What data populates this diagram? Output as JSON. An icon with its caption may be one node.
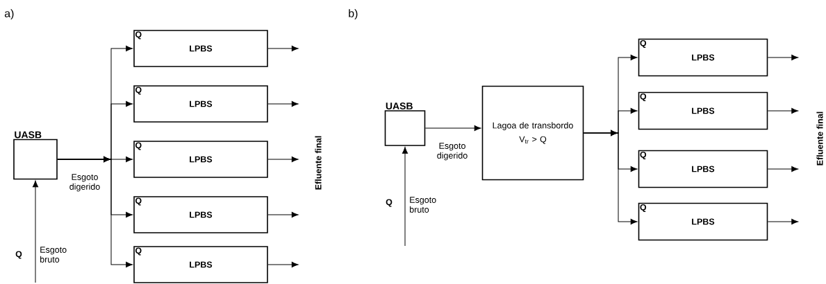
{
  "diagram": {
    "nodes": [
      {
        "text": [
          "UASB"
        ]
      },
      {
        "text": [
          "Q",
          "LPBS"
        ]
      },
      {
        "text": [
          "Q",
          "LPBS"
        ]
      },
      {
        "text": [
          "Q",
          "LPBS"
        ]
      },
      {
        "text": [
          "Q",
          "LPBS"
        ]
      },
      {
        "text": [
          "Q",
          "LPBS"
        ]
      },
      {
        "text": [
          "UASB"
        ]
      },
      {
        "text": [
          "Lagoa de transbordo",
          "V$_{tr}$ > Q"
        ]
      },
      {
        "text": [
          "Q",
          "LPBS"
        ]
      },
      {
        "text": [
          "Q",
          "LPBS"
        ]
      },
      {
        "text": [
          "Q",
          "LPBS"
        ]
      },
      {
        "text": [
          "Q",
          "LPBS"
        ]
      }
    ],
    "edges": [
      {
        "from": null,
        "to": 0,
        "arrow": "to",
        "label": "Esgoto bruto"
      },
      {
        "from": 0,
        "to": 1,
        "arrow": "to"
      },
      {
        "from": 0,
        "to": 2,
        "arrow": "to"
      },
      {
        "from": 0,
        "to": 3,
        "arrow": "to",
        "label": "Esgoto digerido"
      },
      {
        "from": 0,
        "to": 4,
        "arrow": "to"
      },
      {
        "from": 0,
        "to": 5,
        "arrow": "to"
      },
      {
        "from": 1,
        "to": null,
        "arrow": "to"
      },
      {
        "from": 2,
        "to": null,
        "arrow": "to"
      },
      {
        "from": 3,
        "to": null,
        "arrow": "to"
      },
      {
        "from": 4,
        "to": null,
        "arrow": "to"
      },
      {
        "from": 5,
        "to": null,
        "arrow": "to"
      },
      {
        "from": null,
        "to": 6,
        "arrow": "to",
        "label": "Esgoto bruto"
      },
      {
        "from": 6,
        "to": 7,
        "arrow": "to",
        "label": "Esgoto digerido"
      },
      {
        "from": 7,
        "to": 8,
        "arrow": "to"
      },
      {
        "from": 7,
        "to": 9,
        "arrow": "to"
      },
      {
        "from": 7,
        "to": 10,
        "arrow": "to"
      },
      {
        "from": 7,
        "to": 11,
        "arrow": "to"
      },
      {
        "from": 8,
        "to": null,
        "arrow": "to"
      },
      {
        "from": 9,
        "to": null,
        "arrow": "to"
      },
      {
        "from": 10,
        "to": null,
        "arrow": "to"
      },
      {
        "from": 11,
        "to": null,
        "arrow": "to"
      }
    ],
    "labels": [
      "a)",
      "b)",
      "Q",
      "Efluente final",
      "Q",
      "Efluente final"
    ]
  }
}
